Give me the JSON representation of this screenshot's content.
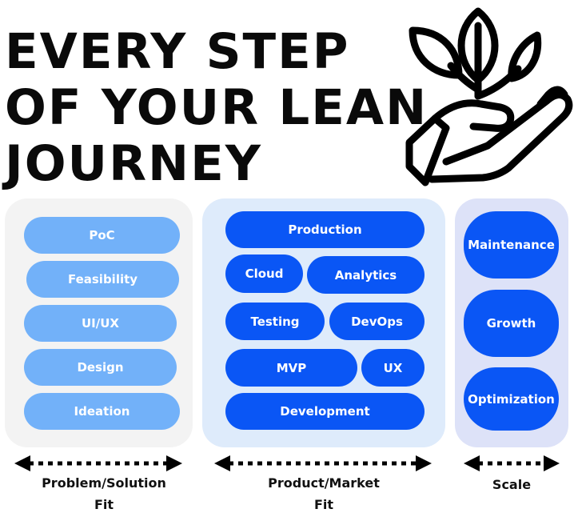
{
  "title": {
    "line1": "EVERY STEP",
    "line2": "OF YOUR LEAN",
    "line3": "JOURNEY"
  },
  "icon": "hand-holding-plant-icon",
  "colors": {
    "light_pill": "#72b1f9",
    "dark_pill": "#0a56f5",
    "panel1_bg": "#f3f3f3",
    "panel2_bg": "#deebfb",
    "panel3_bg": "#dde2f8"
  },
  "problem_solution": {
    "steps": [
      "PoC",
      "Feasibility",
      "UI/UX",
      "Design",
      "Ideation"
    ],
    "caption_line1": "Problem/Solution",
    "caption_line2": "Fit"
  },
  "product_market": {
    "production": "Production",
    "cloud": "Cloud",
    "analytics": "Analytics",
    "testing": "Testing",
    "devops": "DevOps",
    "mvp": "MVP",
    "ux": "UX",
    "development": "Development",
    "caption_line1": "Product/Market",
    "caption_line2": "Fit"
  },
  "scale": {
    "maintenance": "Maintenance",
    "growth": "Growth",
    "optimization": "Optimization",
    "caption": "Scale"
  }
}
